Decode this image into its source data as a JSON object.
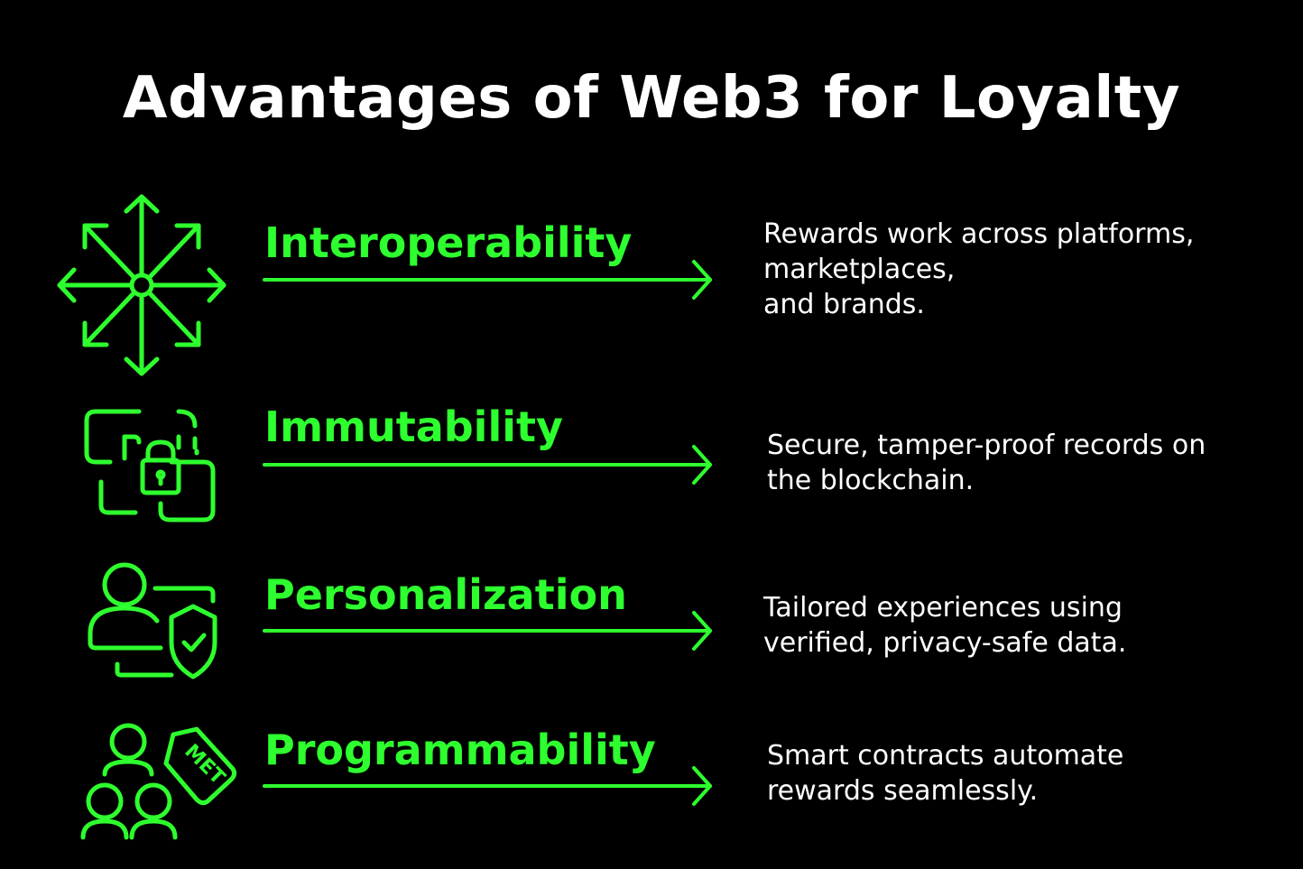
{
  "title": "Advantages of Web3 for Loyalty",
  "colors": {
    "background": "#000000",
    "accent": "#2eff2e",
    "text": "#ffffff"
  },
  "items": [
    {
      "label": "Interoperability",
      "description": "Rewards work across platforms,\nmarketplaces,\nand brands.",
      "icon": "arrows-outward-icon"
    },
    {
      "label": "Immutability",
      "description": "Secure, tamper-proof records on\nthe blockchain.",
      "icon": "linked-blocks-lock-icon"
    },
    {
      "label": "Personalization",
      "description": "Tailored experiences using\nverified, privacy-safe data.",
      "icon": "user-shield-icon"
    },
    {
      "label": "Programmability",
      "description": "Smart contracts automate\nrewards seamlessly.",
      "icon": "users-token-tag-icon",
      "tag_text": "MET"
    }
  ]
}
